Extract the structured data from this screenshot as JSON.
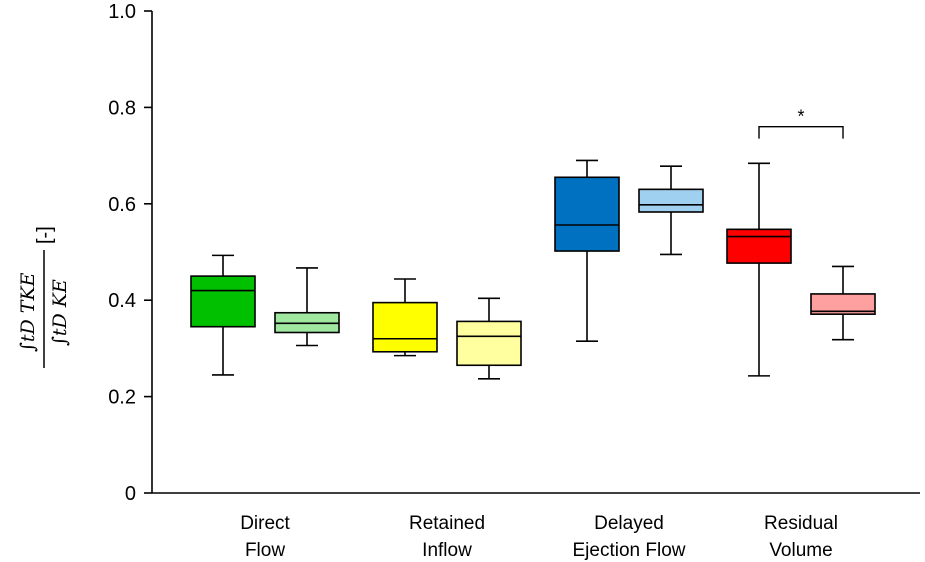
{
  "chart_data": {
    "type": "box",
    "ylabel": {
      "numerator": "∫tD TKE",
      "denominator": "∫tD KE",
      "unit": "[-]"
    },
    "ylim": [
      0,
      1.0
    ],
    "yticks": [
      "0",
      "0.2",
      "0.4",
      "0.6",
      "0.8",
      "1.0"
    ],
    "ytick_values": [
      0,
      0.2,
      0.4,
      0.6,
      0.8,
      1.0
    ],
    "grid": false,
    "groups": [
      {
        "label_lines": [
          "Direct",
          "Flow"
        ],
        "boxes": [
          {
            "color": "#00C000",
            "min": 0.245,
            "q1": 0.345,
            "median": 0.42,
            "q3": 0.45,
            "max": 0.493
          },
          {
            "color": "#A0E8A0",
            "min": 0.306,
            "q1": 0.333,
            "median": 0.352,
            "q3": 0.374,
            "max": 0.467
          }
        ]
      },
      {
        "label_lines": [
          "Retained",
          "Inflow"
        ],
        "boxes": [
          {
            "color": "#FFFF00",
            "min": 0.285,
            "q1": 0.293,
            "median": 0.32,
            "q3": 0.395,
            "max": 0.444
          },
          {
            "color": "#FFFFA0",
            "min": 0.237,
            "q1": 0.265,
            "median": 0.325,
            "q3": 0.356,
            "max": 0.404
          }
        ]
      },
      {
        "label_lines": [
          "Delayed",
          "Ejection Flow"
        ],
        "boxes": [
          {
            "color": "#0070C0",
            "min": 0.315,
            "q1": 0.502,
            "median": 0.556,
            "q3": 0.655,
            "max": 0.69
          },
          {
            "color": "#A0D0F0",
            "min": 0.495,
            "q1": 0.583,
            "median": 0.598,
            "q3": 0.63,
            "max": 0.678
          }
        ]
      },
      {
        "label_lines": [
          "Residual",
          "Volume"
        ],
        "boxes": [
          {
            "color": "#FF0000",
            "min": 0.243,
            "q1": 0.477,
            "median": 0.532,
            "q3": 0.547,
            "max": 0.684
          },
          {
            "color": "#FFA0A0",
            "min": 0.318,
            "q1": 0.371,
            "median": 0.377,
            "q3": 0.413,
            "max": 0.47
          }
        ]
      }
    ],
    "annotations": [
      {
        "text": "*",
        "group": 3,
        "y": 0.76
      }
    ]
  }
}
